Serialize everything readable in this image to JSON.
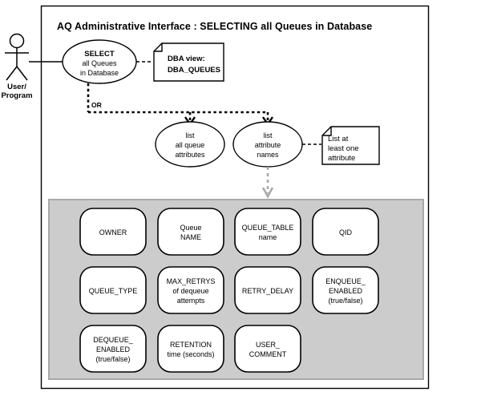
{
  "diagram": {
    "title": "AQ Administrative Interface : SELECTING all Queues in Database",
    "actor": {
      "line1": "User/",
      "line2": "Program",
      "icon": "stick-figure-actor"
    },
    "use_cases": [
      {
        "id": "select-all-queues",
        "line1": "SELECT",
        "line2": "all Queues",
        "line3": "in Database"
      },
      {
        "id": "list-all-queue-attributes",
        "line1": "list",
        "line2": "all queue",
        "line3": "attributes"
      },
      {
        "id": "list-attribute-names",
        "line1": "list",
        "line2": "attribute",
        "line3": "names"
      }
    ],
    "notes": [
      {
        "id": "dba-view-note",
        "line1": "DBA view:",
        "line2": "DBA_QUEUES"
      },
      {
        "id": "list-at-least-one-note",
        "line1": "List at",
        "line2": "least one",
        "line3": "attribute"
      }
    ],
    "connector_label": "OR",
    "attributes": [
      {
        "id": "owner",
        "line1": "OWNER",
        "line2": "",
        "line3": ""
      },
      {
        "id": "queue-name",
        "line1": "Queue",
        "line2": "NAME",
        "line3": ""
      },
      {
        "id": "queue-table-name",
        "line1": "QUEUE_TABLE",
        "line2": "name",
        "line3": ""
      },
      {
        "id": "qid",
        "line1": "QID",
        "line2": "",
        "line3": ""
      },
      {
        "id": "queue-type",
        "line1": "QUEUE_TYPE",
        "line2": "",
        "line3": ""
      },
      {
        "id": "max-retrys",
        "line1": "MAX_RETRYS",
        "line2": "of dequeue",
        "line3": "attempts"
      },
      {
        "id": "retry-delay",
        "line1": "RETRY_DELAY",
        "line2": "",
        "line3": ""
      },
      {
        "id": "enqueue-enabled",
        "line1": "ENQUEUE_",
        "line2": "ENABLED",
        "line3": "(true/false)"
      },
      {
        "id": "dequeue-enabled",
        "line1": "DEQUEUE_",
        "line2": "ENABLED",
        "line3": "(true/false)"
      },
      {
        "id": "retention",
        "line1": "RETENTION",
        "line2": "time (seconds)",
        "line3": ""
      },
      {
        "id": "user-comment",
        "line1": "USER_",
        "line2": "COMMENT",
        "line3": ""
      }
    ],
    "colors": {
      "background": "#ffffff",
      "stroke": "#000000",
      "panel_fill": "#cccccc",
      "panel_border": "#a8a8a8",
      "gray_arrow": "#aaaaaa"
    }
  }
}
